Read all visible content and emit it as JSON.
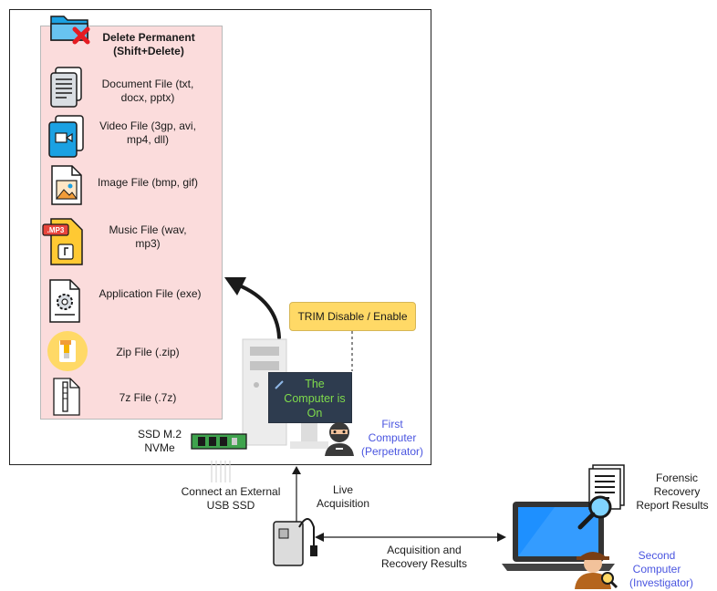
{
  "delete_box": {
    "title": "Delete Permanent",
    "subtitle": "(Shift+Delete)",
    "files": [
      {
        "icon": "document-file-icon",
        "line1": "Document File (txt,",
        "line2": "docx, pptx)"
      },
      {
        "icon": "video-file-icon",
        "line1": "Video File (3gp, avi,",
        "line2": "mp4, dll)"
      },
      {
        "icon": "image-file-icon",
        "line1": "Image File (bmp, gif)",
        "line2": ""
      },
      {
        "icon": "music-file-icon",
        "line1": "Music File (wav,",
        "line2": "mp3)"
      },
      {
        "icon": "application-file-icon",
        "line1": "Application File (exe)",
        "line2": ""
      },
      {
        "icon": "zip-file-icon",
        "line1": "Zip File (.zip)",
        "line2": ""
      },
      {
        "icon": "7z-file-icon",
        "line1": "7z File (.7z)",
        "line2": ""
      }
    ],
    "mp3_badge": ".MP3"
  },
  "trim": "TRIM Disable / Enable",
  "screen": {
    "line1": "The",
    "line2": "Computer is",
    "line3": "On"
  },
  "first_computer": {
    "line1": "First",
    "line2": "Computer",
    "line3": "(Perpetrator)"
  },
  "ssd": {
    "line1": "SSD M.2",
    "line2": "NVMe"
  },
  "usb": {
    "line1": "Connect an External",
    "line2": "USB SSD"
  },
  "live": {
    "line1": "Live",
    "line2": "Acquisition"
  },
  "acq": {
    "line1": "Acquisition and",
    "line2": "Recovery Results"
  },
  "report": {
    "line1": "Forensic",
    "line2": "Recovery",
    "line3": "Report Results"
  },
  "second_computer": {
    "line1": "Second",
    "line2": "Computer",
    "line3": "(Investigator)"
  },
  "colors": {
    "panel": "#fbdcdc",
    "trim": "#ffd966",
    "screen_text": "#7fdc4c",
    "blue_label": "#4a55e0"
  }
}
